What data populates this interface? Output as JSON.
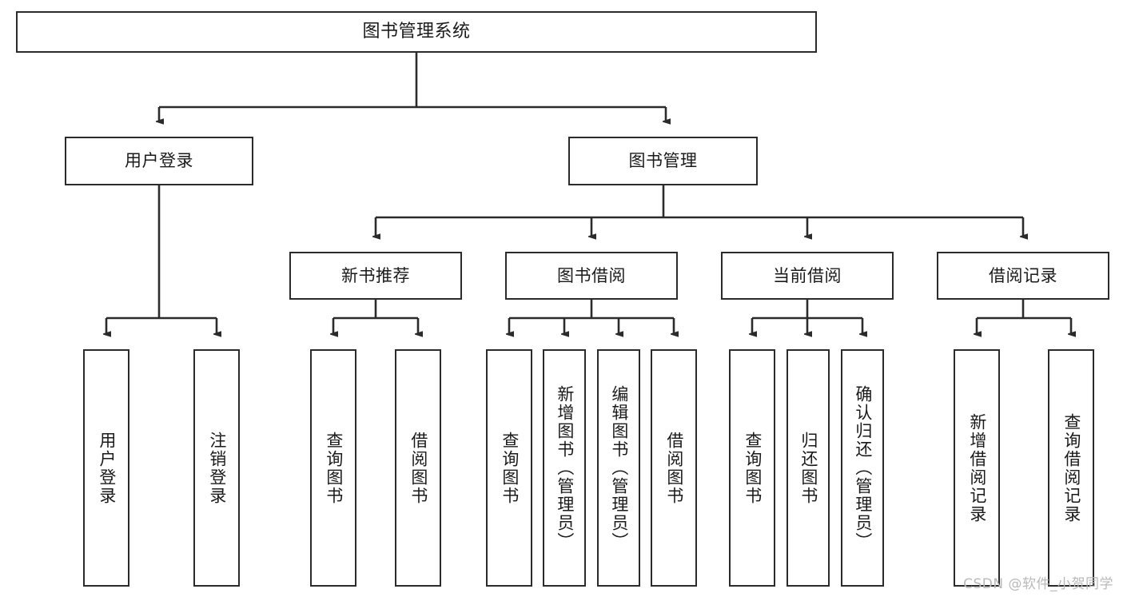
{
  "diagram": {
    "title": "图书管理系统",
    "watermark": "CSDN @软件_小贺同学",
    "colors": {
      "stroke": "#2b2b2b",
      "fill": "#ffffff",
      "text": "#1a1a1a",
      "watermark": "#b9b9b9"
    },
    "levels": {
      "root": {
        "label": "图书管理系统"
      },
      "level2": [
        {
          "label": "用户登录"
        },
        {
          "label": "图书管理"
        }
      ],
      "level3": [
        {
          "label": "新书推荐"
        },
        {
          "label": "图书借阅"
        },
        {
          "label": "当前借阅"
        },
        {
          "label": "借阅记录"
        }
      ],
      "leaves": [
        {
          "label": "用户登录",
          "parent": "用户登录"
        },
        {
          "label": "注销登录",
          "parent": "用户登录"
        },
        {
          "label": "查询图书",
          "parent": "新书推荐"
        },
        {
          "label": "借阅图书",
          "parent": "新书推荐"
        },
        {
          "label": "查询图书",
          "parent": "图书借阅"
        },
        {
          "label": "新增图书（管理员）",
          "parent": "图书借阅"
        },
        {
          "label": "编辑图书（管理员）",
          "parent": "图书借阅"
        },
        {
          "label": "借阅图书",
          "parent": "图书借阅"
        },
        {
          "label": "查询图书",
          "parent": "当前借阅"
        },
        {
          "label": "归还图书",
          "parent": "当前借阅"
        },
        {
          "label": "确认归还（管理员）",
          "parent": "当前借阅"
        },
        {
          "label": "新增借阅记录",
          "parent": "借阅记录"
        },
        {
          "label": "查询借阅记录",
          "parent": "借阅记录"
        }
      ]
    }
  },
  "chart_data": {
    "type": "diagram",
    "subtype": "tree-hierarchy",
    "title": "图书管理系统",
    "orientation": "top-down",
    "nodes": [
      {
        "id": "root",
        "label": "图书管理系统",
        "level": 0
      },
      {
        "id": "n1",
        "label": "用户登录",
        "level": 1
      },
      {
        "id": "n2",
        "label": "图书管理",
        "level": 1
      },
      {
        "id": "n3",
        "label": "新书推荐",
        "level": 2
      },
      {
        "id": "n4",
        "label": "图书借阅",
        "level": 2
      },
      {
        "id": "n5",
        "label": "当前借阅",
        "level": 2
      },
      {
        "id": "n6",
        "label": "借阅记录",
        "level": 2
      },
      {
        "id": "l1",
        "label": "用户登录",
        "level": 3
      },
      {
        "id": "l2",
        "label": "注销登录",
        "level": 3
      },
      {
        "id": "l3",
        "label": "查询图书",
        "level": 3
      },
      {
        "id": "l4",
        "label": "借阅图书",
        "level": 3
      },
      {
        "id": "l5",
        "label": "查询图书",
        "level": 3
      },
      {
        "id": "l6",
        "label": "新增图书（管理员）",
        "level": 3
      },
      {
        "id": "l7",
        "label": "编辑图书（管理员）",
        "level": 3
      },
      {
        "id": "l8",
        "label": "借阅图书",
        "level": 3
      },
      {
        "id": "l9",
        "label": "查询图书",
        "level": 3
      },
      {
        "id": "l10",
        "label": "归还图书",
        "level": 3
      },
      {
        "id": "l11",
        "label": "确认归还（管理员）",
        "level": 3
      },
      {
        "id": "l12",
        "label": "新增借阅记录",
        "level": 3
      },
      {
        "id": "l13",
        "label": "查询借阅记录",
        "level": 3
      }
    ],
    "edges": [
      {
        "from": "root",
        "to": "n1"
      },
      {
        "from": "root",
        "to": "n2"
      },
      {
        "from": "n2",
        "to": "n3"
      },
      {
        "from": "n2",
        "to": "n4"
      },
      {
        "from": "n2",
        "to": "n5"
      },
      {
        "from": "n2",
        "to": "n6"
      },
      {
        "from": "n1",
        "to": "l1"
      },
      {
        "from": "n1",
        "to": "l2"
      },
      {
        "from": "n3",
        "to": "l3"
      },
      {
        "from": "n3",
        "to": "l4"
      },
      {
        "from": "n4",
        "to": "l5"
      },
      {
        "from": "n4",
        "to": "l6"
      },
      {
        "from": "n4",
        "to": "l7"
      },
      {
        "from": "n4",
        "to": "l8"
      },
      {
        "from": "n5",
        "to": "l9"
      },
      {
        "from": "n5",
        "to": "l10"
      },
      {
        "from": "n5",
        "to": "l11"
      },
      {
        "from": "n6",
        "to": "l12"
      },
      {
        "from": "n6",
        "to": "l13"
      }
    ]
  }
}
